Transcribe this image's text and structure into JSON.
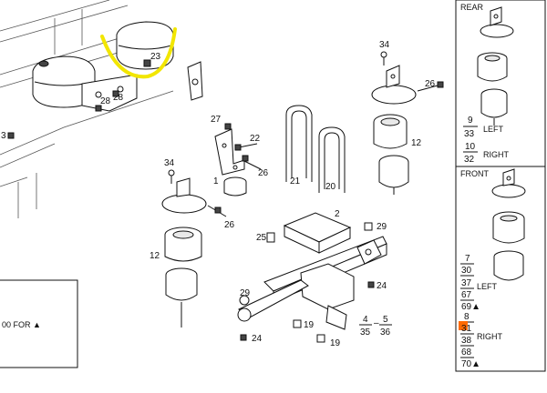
{
  "diagram": {
    "callouts": {
      "c23a": "23",
      "c23b": "3",
      "c28a": "28",
      "c28b": "28",
      "c34a": "34",
      "c34b": "34",
      "c26a": "26",
      "c26b": "26",
      "c26c": "26",
      "c27": "27",
      "c22": "22",
      "c1": "1",
      "c21": "21",
      "c20": "20",
      "c12a": "12",
      "c12b": "12",
      "c2": "2",
      "c29a": "29",
      "c29b": "29",
      "c25": "25",
      "c24a": "24",
      "c24b": "24",
      "c19a": "19",
      "c19b": "19"
    },
    "fraction": {
      "a_num": "4",
      "a_den": "35",
      "dash": "–",
      "b_num": "5",
      "b_den": "36"
    },
    "left_note": "00 FOR ▲"
  },
  "sidebar": {
    "rear": {
      "title": "REAR",
      "left_label": "LEFT",
      "right_label": "RIGHT",
      "left_refs": [
        {
          "num": "9",
          "den": "33"
        }
      ],
      "right_refs": [
        {
          "num": "10",
          "den": "32"
        }
      ]
    },
    "front": {
      "title": "FRONT",
      "left_label": "LEFT",
      "right_label": "RIGHT",
      "refs": [
        "7",
        "30",
        "37",
        "67",
        "69▲",
        "8",
        "31",
        "38",
        "68",
        "70▲"
      ]
    }
  },
  "colors": {
    "highlight_arc": "#f2e600",
    "marker": "#ff6a00",
    "line": "#111111"
  }
}
